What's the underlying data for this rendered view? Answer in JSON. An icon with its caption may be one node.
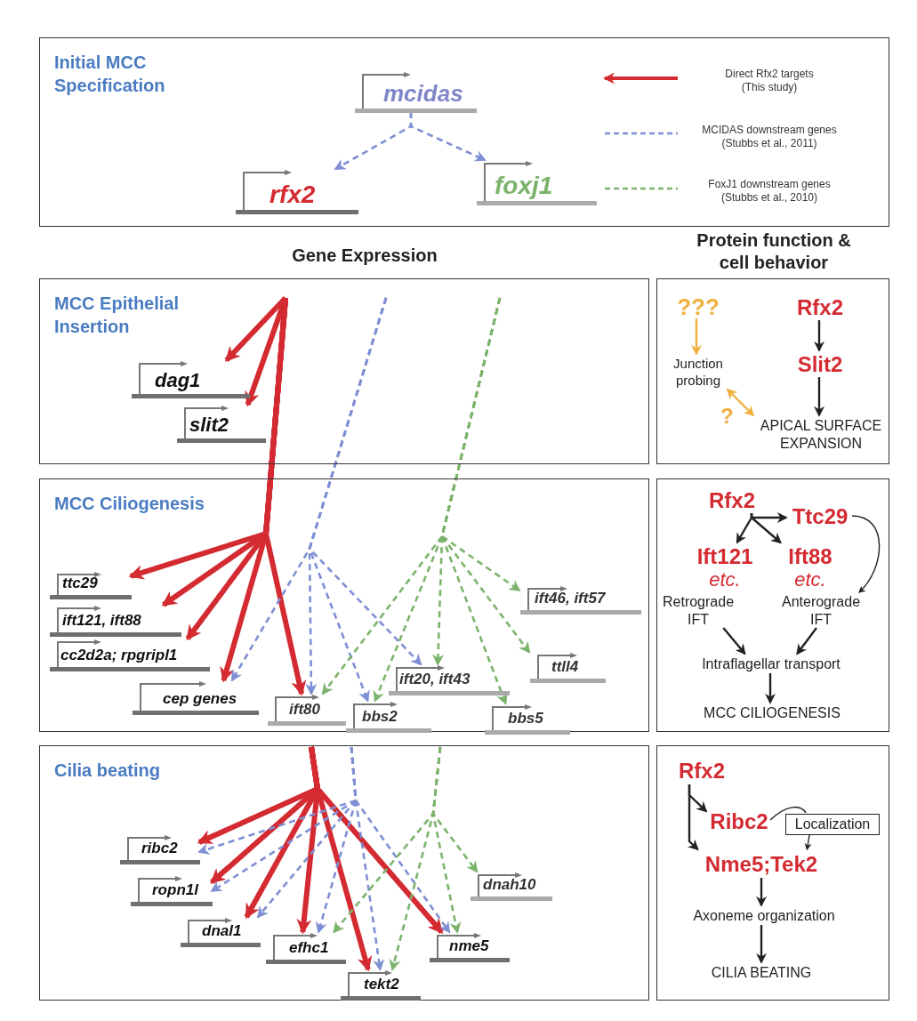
{
  "diagram": {
    "nodes": [
      {
        "text": [
          "Initial MCC Specification"
        ]
      },
      {
        "text": [
          "mcidas"
        ],
        "in": 0
      },
      {
        "text": [
          "rfx2"
        ],
        "in": 0
      },
      {
        "text": [
          "foxj1"
        ],
        "in": 0
      },
      {
        "text": [
          "MCC Epithelial Insertion"
        ]
      },
      {
        "text": [
          "dag1"
        ],
        "in": 4
      },
      {
        "text": [
          "slit2"
        ],
        "in": 4
      },
      {
        "text": [],
        "shape": "box"
      },
      {
        "text": [
          "???"
        ],
        "in": 7
      },
      {
        "text": [
          "Rfx2"
        ],
        "in": 7
      },
      {
        "text": [
          "Junction probing"
        ],
        "in": 7
      },
      {
        "text": [
          "Slit2"
        ],
        "in": 7
      },
      {
        "text": [
          "APICAL SURFACE EXPANSION"
        ],
        "in": 7
      },
      {
        "text": [
          "MCC Ciliogenesis"
        ]
      },
      {
        "text": [
          "ttc29"
        ],
        "in": 13
      },
      {
        "text": [
          "ift121, ift88"
        ],
        "in": 13
      },
      {
        "text": [
          "cc2d2a; rpgripl1"
        ],
        "in": 13
      },
      {
        "text": [
          "cep genes"
        ],
        "in": 13
      },
      {
        "text": [
          "ift80"
        ],
        "in": 13
      },
      {
        "text": [
          "bbs2"
        ],
        "in": 13
      },
      {
        "text": [
          "ift20, ift43"
        ],
        "in": 13
      },
      {
        "text": [
          "ift46, ift57"
        ],
        "in": 13
      },
      {
        "text": [
          "ttll4"
        ],
        "in": 13
      },
      {
        "text": [
          "bbs5"
        ],
        "in": 13
      },
      {
        "text": [],
        "shape": "box"
      },
      {
        "text": [
          "Rfx2"
        ],
        "in": 24
      },
      {
        "text": [
          "Ttc29"
        ],
        "in": 24
      },
      {
        "text": [
          "Ift121",
          "etc."
        ],
        "in": 24
      },
      {
        "text": [
          "Ift88",
          "etc."
        ],
        "in": 24
      },
      {
        "text": [
          "Retrograde IFT"
        ],
        "in": 24
      },
      {
        "text": [
          "Anterograde IFT"
        ],
        "in": 24
      },
      {
        "text": [
          "Intraflagellar transport"
        ],
        "in": 24
      },
      {
        "text": [
          "MCC CILIOGENESIS"
        ],
        "in": 24
      },
      {
        "text": [
          "Cilia beating"
        ]
      },
      {
        "text": [
          "ribc2"
        ],
        "in": 33
      },
      {
        "text": [
          "ropn1l"
        ],
        "in": 33
      },
      {
        "text": [
          "dnal1"
        ],
        "in": 33
      },
      {
        "text": [
          "efhc1"
        ],
        "in": 33
      },
      {
        "text": [
          "tekt2"
        ],
        "in": 33
      },
      {
        "text": [
          "nme5"
        ],
        "in": 33
      },
      {
        "text": [
          "dnah10"
        ],
        "in": 33
      },
      {
        "text": [],
        "shape": "box"
      },
      {
        "text": [
          "Rfx2"
        ],
        "in": 41
      },
      {
        "text": [
          "Ribc2"
        ],
        "in": 41
      },
      {
        "text": [
          "Localization"
        ],
        "in": 41
      },
      {
        "text": [
          "Nme5;Tek2"
        ],
        "in": 41
      },
      {
        "text": [
          "Axoneme organization"
        ],
        "in": 41
      },
      {
        "text": [
          "CILIA BEATING"
        ],
        "in": 41
      }
    ],
    "edges": [
      {
        "from": 1,
        "to": 2,
        "arrow": "to",
        "style": "dashed",
        "color": "#7f8fd3"
      },
      {
        "from": 1,
        "to": 3,
        "arrow": "to",
        "style": "dashed",
        "color": "#7f8fd3"
      },
      {
        "from": null,
        "to": 5,
        "arrow": "to",
        "style": "thick",
        "color": "#d42a31"
      },
      {
        "from": null,
        "to": 6,
        "arrow": "to",
        "style": "thick",
        "color": "#d42a31"
      },
      {
        "from": 8,
        "to": 10,
        "arrow": "to",
        "color": "#efb040"
      },
      {
        "from": 9,
        "to": 11,
        "arrow": "to"
      },
      {
        "from": 11,
        "to": 12,
        "arrow": "to"
      },
      {
        "from": 10,
        "to": 12,
        "arrow": "both",
        "label": "?",
        "color": "#efb040"
      },
      {
        "from": null,
        "to": 14,
        "arrow": "to",
        "style": "thick",
        "color": "#d42a31"
      },
      {
        "from": null,
        "to": 15,
        "arrow": "to",
        "style": "thick",
        "color": "#d42a31"
      },
      {
        "from": null,
        "to": 16,
        "arrow": "to",
        "style": "thick",
        "color": "#d42a31"
      },
      {
        "from": null,
        "to": 17,
        "arrow": "to",
        "style": "thick",
        "color": "#d42a31"
      },
      {
        "from": null,
        "to": 18,
        "arrow": "to",
        "style": "thick",
        "color": "#d42a31"
      },
      {
        "from": null,
        "to": 17,
        "arrow": "to",
        "style": "dashed",
        "color": "#7f8fd3"
      },
      {
        "from": null,
        "to": 18,
        "arrow": "to",
        "style": "dashed",
        "color": "#7f8fd3"
      },
      {
        "from": null,
        "to": 19,
        "arrow": "to",
        "style": "dashed",
        "color": "#7f8fd3"
      },
      {
        "from": null,
        "to": 20,
        "arrow": "to",
        "style": "dashed",
        "color": "#7f8fd3"
      },
      {
        "from": null,
        "to": 18,
        "arrow": "to",
        "style": "dashed",
        "color": "#7cb36c"
      },
      {
        "from": null,
        "to": 19,
        "arrow": "to",
        "style": "dashed",
        "color": "#7cb36c"
      },
      {
        "from": null,
        "to": 20,
        "arrow": "to",
        "style": "dashed",
        "color": "#7cb36c"
      },
      {
        "from": null,
        "to": 23,
        "arrow": "to",
        "style": "dashed",
        "color": "#7cb36c"
      },
      {
        "from": null,
        "to": 22,
        "arrow": "to",
        "style": "dashed",
        "color": "#7cb36c"
      },
      {
        "from": null,
        "to": 21,
        "arrow": "to",
        "style": "dashed",
        "color": "#7cb36c"
      },
      {
        "from": 25,
        "to": 26,
        "arrow": "to"
      },
      {
        "from": 25,
        "to": 27,
        "arrow": "to"
      },
      {
        "from": 25,
        "to": 28,
        "arrow": "to"
      },
      {
        "from": 26,
        "to": 30,
        "arrow": "to"
      },
      {
        "from": 29,
        "to": 31,
        "arrow": "to"
      },
      {
        "from": 30,
        "to": 31,
        "arrow": "to"
      },
      {
        "from": 31,
        "to": 32,
        "arrow": "to"
      },
      {
        "from": null,
        "to": 34,
        "arrow": "to",
        "style": "thick",
        "color": "#d42a31"
      },
      {
        "from": null,
        "to": 35,
        "arrow": "to",
        "style": "thick",
        "color": "#d42a31"
      },
      {
        "from": null,
        "to": 36,
        "arrow": "to",
        "style": "thick",
        "color": "#d42a31"
      },
      {
        "from": null,
        "to": 37,
        "arrow": "to",
        "style": "thick",
        "color": "#d42a31"
      },
      {
        "from": null,
        "to": 38,
        "arrow": "to",
        "style": "thick",
        "color": "#d42a31"
      },
      {
        "from": null,
        "to": 39,
        "arrow": "to",
        "style": "thick",
        "color": "#d42a31"
      },
      {
        "from": null,
        "to": 34,
        "arrow": "to",
        "style": "dashed",
        "color": "#7f8fd3"
      },
      {
        "from": null,
        "to": 35,
        "arrow": "to",
        "style": "dashed",
        "color": "#7f8fd3"
      },
      {
        "from": null,
        "to": 36,
        "arrow": "to",
        "style": "dashed",
        "color": "#7f8fd3"
      },
      {
        "from": null,
        "to": 37,
        "arrow": "to",
        "style": "dashed",
        "color": "#7f8fd3"
      },
      {
        "from": null,
        "to": 38,
        "arrow": "to",
        "style": "dashed",
        "color": "#7f8fd3"
      },
      {
        "from": null,
        "to": 39,
        "arrow": "to",
        "style": "dashed",
        "color": "#7f8fd3"
      },
      {
        "from": null,
        "to": 37,
        "arrow": "to",
        "style": "dashed",
        "color": "#7cb36c"
      },
      {
        "from": null,
        "to": 38,
        "arrow": "to",
        "style": "dashed",
        "color": "#7cb36c"
      },
      {
        "from": null,
        "to": 39,
        "arrow": "to",
        "style": "dashed",
        "color": "#7cb36c"
      },
      {
        "from": null,
        "to": 40,
        "arrow": "to",
        "style": "dashed",
        "color": "#7cb36c"
      },
      {
        "from": 42,
        "to": 43,
        "arrow": "to"
      },
      {
        "from": 42,
        "to": 45,
        "arrow": "to"
      },
      {
        "from": 43,
        "to": 44,
        "arrow": "none"
      },
      {
        "from": 44,
        "to": 45,
        "arrow": "to"
      },
      {
        "from": 45,
        "to": 46,
        "arrow": "to"
      },
      {
        "from": 46,
        "to": 47,
        "arrow": "to"
      }
    ],
    "labels": [
      "Gene Expression",
      "Protein function & cell behavior"
    ],
    "legend": [
      {
        "text": "Direct Rfx2 targets (This study)"
      },
      {
        "text": "MCIDAS downstream genes (Stubbs et al., 2011)"
      },
      {
        "text": "FoxJ1 downstream genes (Stubbs et al., 2010)"
      }
    ]
  }
}
